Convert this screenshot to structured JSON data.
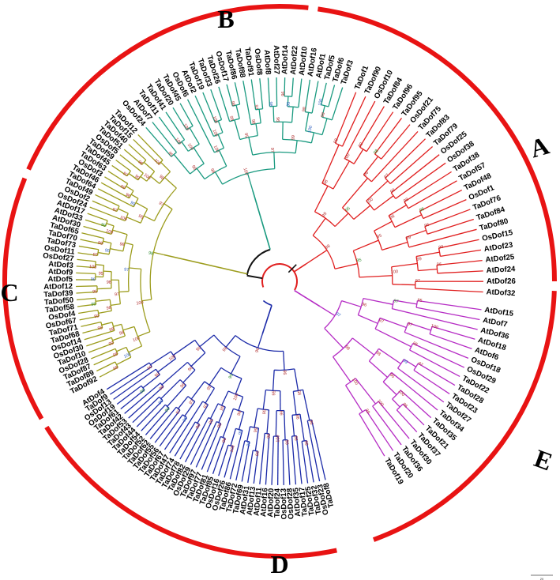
{
  "colors": {
    "ring": "#e81313",
    "A": "#e01f1f",
    "B": "#1a9a80",
    "C": "#9c9c1c",
    "D": "#1b2aa8",
    "E": "#b52bc4",
    "root": "#111111",
    "bootstrap": "#b03030"
  },
  "clades": [
    {
      "id": "A",
      "label": "A"
    },
    {
      "id": "B",
      "label": "B"
    },
    {
      "id": "C",
      "label": "C"
    },
    {
      "id": "D",
      "label": "D"
    },
    {
      "id": "E",
      "label": "E"
    }
  ],
  "leaves": {
    "A": [
      "TaDof1",
      "TaDof90",
      "OsDof10",
      "TaDof84",
      "TaDof96",
      "TaDof95",
      "OsDof21",
      "TaDof75",
      "TaDof83",
      "TaDof79",
      "OsDof25",
      "OsDof38",
      "TaDof38",
      "TaDof57",
      "TaDof48",
      "OsDof1",
      "TaDof76",
      "TaDof84",
      "TaDof80",
      "OsDof15",
      "AtDof23",
      "AtDof25",
      "AtDof24",
      "AtDof26",
      "AtDof32"
    ],
    "B": [
      "OsDof24",
      "AtDof7",
      "TaDof11",
      "TaDof41",
      "TaDof20",
      "TaDof45",
      "OsDof6",
      "AtDof2",
      "TaDof19",
      "TaDof33",
      "TaDof26",
      "OsDof17",
      "TaDof86",
      "TaDof88",
      "TaDof91",
      "OsDof8",
      "AtDof8",
      "AtDof27",
      "AtDof14",
      "AtDof22",
      "AtDof10",
      "AtDof16",
      "AtDof1",
      "TaDof5",
      "TaDof6",
      "TaDof3"
    ],
    "C": [
      "TaDof92",
      "TaDof89",
      "TaDof87",
      "OsDof28",
      "TaDof10",
      "OsDof30",
      "OsDof14",
      "TaDof68",
      "TaDof71",
      "OsDof67",
      "OsDof4",
      "TaDof58",
      "TaDof50",
      "TaDof39",
      "AtDof12",
      "AtDof5",
      "AtDof9",
      "AtDof3",
      "OsDof27",
      "OsDof11",
      "TaDof73",
      "TaDof70",
      "TaDof65",
      "AtDof30",
      "AtDof33",
      "AtDof17",
      "OsDof24",
      "OsDof2",
      "TaDof49",
      "TaDof64",
      "TaDof46",
      "OsDof3",
      "TaDof63",
      "TaDof45",
      "TaDof59",
      "OsDof5",
      "TaDof51",
      "TaDof40",
      "TaDof15",
      "TaDof12"
    ],
    "D": [
      "TaDof8",
      "OsDof23",
      "TaDof32",
      "TaDof25",
      "TaDof17",
      "AtDof35",
      "OsDof28",
      "OsDof13",
      "TaDof24",
      "AtDof20",
      "AtDof16",
      "AtDof11",
      "AtDof13",
      "AtDof31",
      "TaDof69",
      "TaDof72",
      "TaDof86",
      "OsDof26",
      "OsDof16",
      "TaDof85",
      "TaDof81",
      "TaDof77",
      "TaDof97",
      "OsDof29",
      "TaDof82",
      "TaDof78",
      "TaDof74",
      "TaDof47",
      "TaDof67",
      "TaDof56",
      "TaDof55",
      "TaDof62",
      "TaDof52",
      "TaDof54",
      "TaDof44",
      "TaDof43",
      "TaDof53",
      "TaDof42",
      "TaDof61",
      "OsDof19",
      "OsDof13",
      "TaDof9",
      "AtDof4"
    ],
    "E": [
      "AtDof15",
      "AtDof7",
      "AtDof36",
      "AtDof18",
      "AtDof6",
      "OsDof18",
      "OsDof29",
      "TaDof22",
      "TaDof28",
      "TaDof23",
      "TaDof27",
      "TaDof34",
      "TaDof35",
      "TaDof21",
      "TaDof37",
      "TaDof30",
      "TaDof36",
      "TaDof20",
      "TaDof19"
    ]
  },
  "bootstrap_values": [
    "100",
    "99",
    "98",
    "97",
    "96",
    "95",
    "94",
    "93",
    "92",
    "91",
    "90",
    "89",
    "88",
    "87",
    "86",
    "85",
    "84",
    "83",
    "82",
    "81",
    "80",
    "79",
    "78",
    "77",
    "76",
    "75",
    "74",
    "73",
    "72",
    "71",
    "70",
    "69",
    "68",
    "67",
    "66",
    "65",
    "64",
    "63",
    "62",
    "61",
    "60",
    "59",
    "58",
    "57",
    "56",
    "55",
    "54",
    "53",
    "52",
    "51",
    "50"
  ],
  "scale_label": "20"
}
